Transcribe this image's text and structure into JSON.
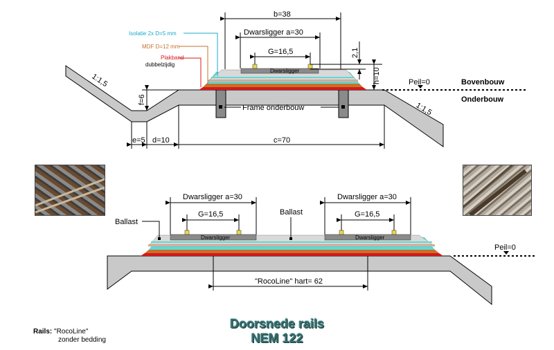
{
  "top": {
    "b": "b=38",
    "a": "Dwarsligger a=30",
    "g": "G=16,5",
    "h21": "2,1",
    "h10": "h=10",
    "f": "f=6",
    "e": "e=5",
    "d": "d=10",
    "c": "c=70",
    "slope_left": "1:1,5",
    "slope_right": "1:1,5",
    "peil": "Peil=0",
    "bovenbouw": "Bovenbouw",
    "onderbouw": "Onderbouw",
    "frame": "Frame onderbouw",
    "sleeper": "Dwarsligger",
    "isolatie": "Isolatie 2x D=5 mm",
    "mdf": "MDF D=12 mm",
    "plakband": "Plakband",
    "dubbelzijdig": "dubbelzijdig"
  },
  "bottom": {
    "a_left": "Dwarsligger a=30",
    "a_right": "Dwarsligger a=30",
    "g_left": "G=16,5",
    "g_right": "G=16,5",
    "ballast_left": "Ballast",
    "ballast_mid": "Ballast",
    "sleeper_left": "Dwarsligger",
    "sleeper_right": "Dwarsligger",
    "hart": "\"RocoLine\" hart= 62",
    "peil": "Peil=0"
  },
  "title_line1": "Doorsnede rails",
  "title_line2": "NEM 122",
  "rails_label": "Rails:",
  "rails_value1": "\"RocoLine\"",
  "rails_value2": "zonder bedding",
  "colors": {
    "ground": "#c9c9c9",
    "cyan": "#5fd9d4",
    "mdf": "#c8702a",
    "tape": "#d81818",
    "sleeper": "#8a8a8a",
    "title": "#3a6b6b"
  }
}
